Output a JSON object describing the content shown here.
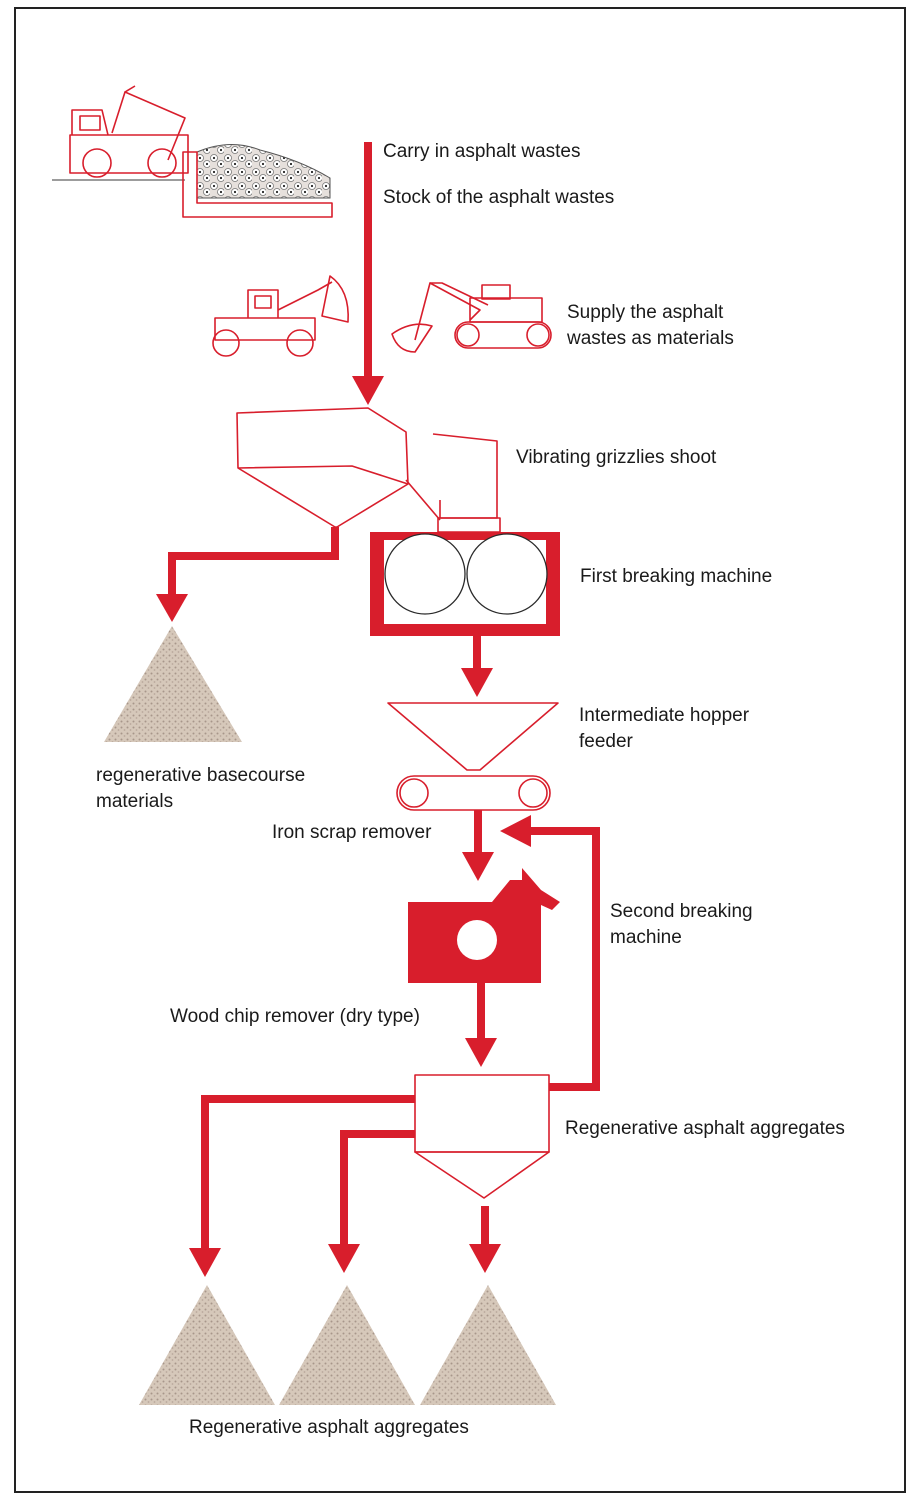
{
  "labels": {
    "carry_in": "Carry in asphalt wastes",
    "stock": "Stock of the asphalt wastes",
    "supply_line1": "Supply the asphalt",
    "supply_line2": "wastes as materials",
    "grizzlies": "Vibrating grizzlies shoot",
    "first_breaking": "First breaking machine",
    "hopper_line1": "Intermediate hopper",
    "hopper_line2": "feeder",
    "basecourse_line1": "regenerative basecourse",
    "basecourse_line2": "materials",
    "iron_scrap": "Iron scrap remover",
    "second_line1": "Second breaking",
    "second_line2": "machine",
    "wood_chip": "Wood chip remover (dry type)",
    "regen_aggregates": "Regenerative asphalt aggregates",
    "regen_aggregates_bottom": "Regenerative asphalt aggregates"
  },
  "colors": {
    "accent": "#d81e2c",
    "text": "#1a1a1a",
    "pile": "#c9b8a8",
    "frame": "#222222"
  }
}
